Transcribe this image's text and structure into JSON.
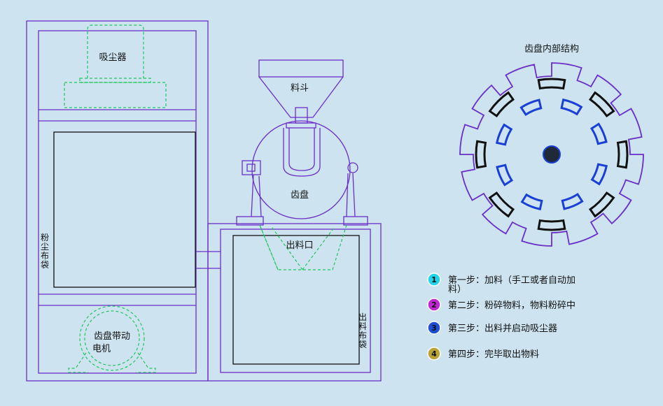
{
  "labels": {
    "vacuum": "吸尘器",
    "dust_bag": "粉尘布袋",
    "motor_line1": "齿盘带动",
    "motor_line2": "电机",
    "hopper": "料斗",
    "gear_disc": "齿盘",
    "outlet": "出料口",
    "output_bag": "出料布袋",
    "inner_title": "齿盘内部结构"
  },
  "steps": [
    {
      "num": "1",
      "line1": "第一步：加料（手工或者自动加",
      "line2": "料）",
      "color": "#22d3ee"
    },
    {
      "num": "2",
      "line1": "第二步：粉碎物料，物料粉碎中",
      "color": "#c026d3"
    },
    {
      "num": "3",
      "line1": "第三步：出料并启动吸尘器",
      "color": "#1d4ed8"
    },
    {
      "num": "4",
      "line1": "第四步：完毕取出物料",
      "color": "#b8a334"
    }
  ],
  "colors": {
    "frame": "#6a2fc8",
    "dashed": "#22c55e",
    "teeth_outer": "#111111",
    "teeth_inner": "#1a3fd6",
    "hub": "#1f2937",
    "hub_ring": "#1a3fd6"
  }
}
